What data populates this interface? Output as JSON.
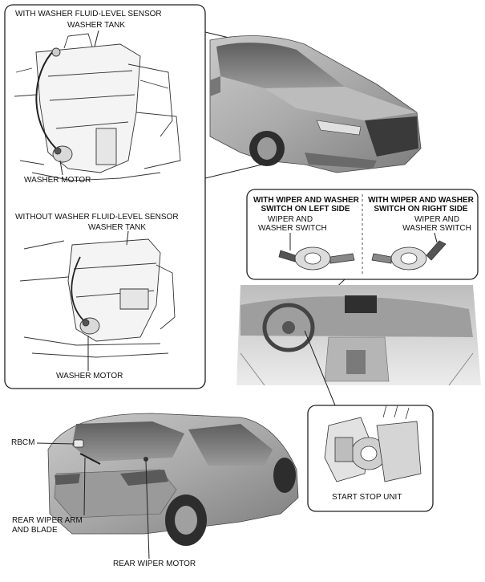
{
  "labels": {
    "with_sensor_title": "WITH WASHER FLUID-LEVEL SENSOR",
    "washer_tank_1": "WASHER TANK",
    "washer_motor_1": "WASHER MOTOR",
    "without_sensor_title": "WITHOUT WASHER FLUID-LEVEL SENSOR",
    "washer_tank_2": "WASHER TANK",
    "washer_motor_2": "WASHER MOTOR",
    "left_side_title_1": "WITH WIPER AND WASHER",
    "left_side_title_2": "SWITCH ON LEFT SIDE",
    "right_side_title_1": "WITH WIPER AND WASHER",
    "right_side_title_2": "SWITCH ON RIGHT SIDE",
    "left_switch_1": "WIPER AND",
    "left_switch_2": "WASHER SWITCH",
    "right_switch_1": "WIPER AND",
    "right_switch_2": "WASHER SWITCH",
    "start_stop_unit": "START STOP UNIT",
    "rbcm": "RBCM",
    "rear_wiper_arm_1": "REAR WIPER ARM",
    "rear_wiper_arm_2": "AND BLADE",
    "rear_wiper_motor": "REAR WIPER MOTOR"
  }
}
